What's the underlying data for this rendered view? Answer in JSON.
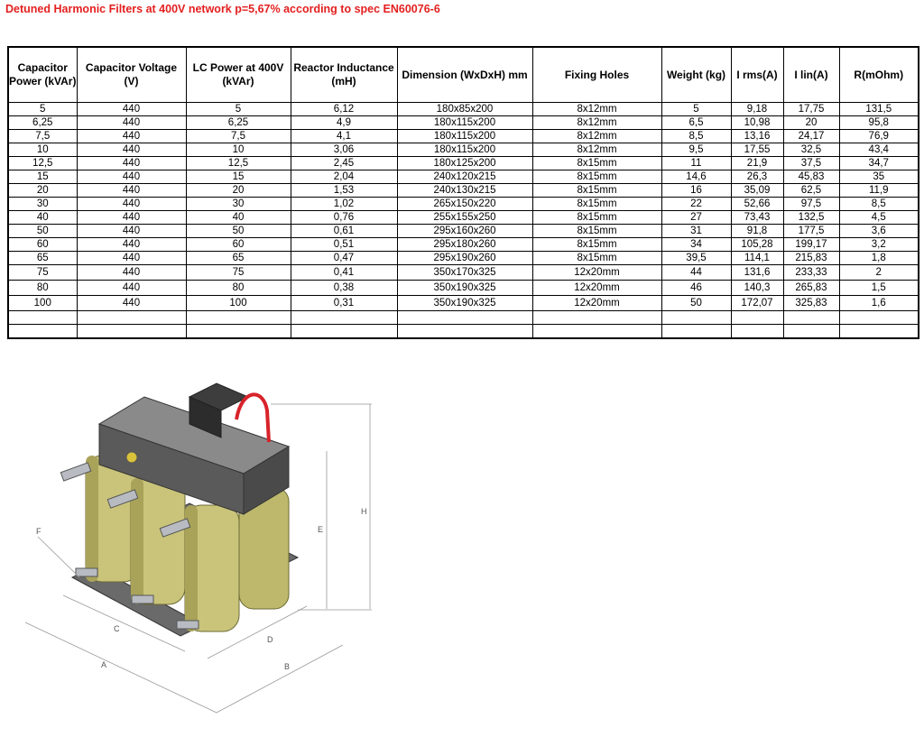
{
  "title": "Detuned Harmonic Filters at 400V network p=5,67% according to spec EN60076-6",
  "table": {
    "headers": [
      "Capacitor Power (kVAr)",
      "Capacitor Voltage (V)",
      "LC Power at 400V (kVAr)",
      "Reactor Inductance (mH)",
      "Dimension (WxDxH) mm",
      "Fixing Holes",
      "Weight (kg)",
      "I rms(A)",
      "I lin(A)",
      "R(mOhm)"
    ],
    "rows": [
      [
        "5",
        "440",
        "5",
        "6,12",
        "180x85x200",
        "8x12mm",
        "5",
        "9,18",
        "17,75",
        "131,5"
      ],
      [
        "6,25",
        "440",
        "6,25",
        "4,9",
        "180x115x200",
        "8x12mm",
        "6,5",
        "10,98",
        "20",
        "95,8"
      ],
      [
        "7,5",
        "440",
        "7,5",
        "4,1",
        "180x115x200",
        "8x12mm",
        "8,5",
        "13,16",
        "24,17",
        "76,9"
      ],
      [
        "10",
        "440",
        "10",
        "3,06",
        "180x115x200",
        "8x12mm",
        "9,5",
        "17,55",
        "32,5",
        "43,4"
      ],
      [
        "12,5",
        "440",
        "12,5",
        "2,45",
        "180x125x200",
        "8x15mm",
        "11",
        "21,9",
        "37,5",
        "34,7"
      ],
      [
        "15",
        "440",
        "15",
        "2,04",
        "240x120x215",
        "8x15mm",
        "14,6",
        "26,3",
        "45,83",
        "35"
      ],
      [
        "20",
        "440",
        "20",
        "1,53",
        "240x130x215",
        "8x15mm",
        "16",
        "35,09",
        "62,5",
        "11,9"
      ],
      [
        "30",
        "440",
        "30",
        "1,02",
        "265x150x220",
        "8x15mm",
        "22",
        "52,66",
        "97,5",
        "8,5"
      ],
      [
        "40",
        "440",
        "40",
        "0,76",
        "255x155x250",
        "8x15mm",
        "27",
        "73,43",
        "132,5",
        "4,5"
      ],
      [
        "50",
        "440",
        "50",
        "0,61",
        "295x160x260",
        "8x15mm",
        "31",
        "91,8",
        "177,5",
        "3,6"
      ],
      [
        "60",
        "440",
        "60",
        "0,51",
        "295x180x260",
        "8x15mm",
        "34",
        "105,28",
        "199,17",
        "3,2"
      ],
      [
        "65",
        "440",
        "65",
        "0,47",
        "295x190x260",
        "8x15mm",
        "39,5",
        "114,1",
        "215,83",
        "1,8"
      ],
      [
        "75",
        "440",
        "75",
        "0,41",
        "350x170x325",
        "12x20mm",
        "44",
        "131,6",
        "233,33",
        "2"
      ],
      [
        "80",
        "440",
        "80",
        "0,38",
        "350x190x325",
        "12x20mm",
        "46",
        "140,3",
        "265,83",
        "1,5"
      ],
      [
        "100",
        "440",
        "100",
        "0,31",
        "350x190x325",
        "12x20mm",
        "50",
        "172,07",
        "325,83",
        "1,6"
      ]
    ]
  },
  "drawing": {
    "dimension_labels": {
      "a": "A",
      "b": "B",
      "c": "C",
      "d": "D",
      "e": "E",
      "f": "F",
      "h": "H"
    },
    "colors": {
      "coil": "#c9c47a",
      "coil_shade": "#a9a35a",
      "core": "#6e6e6e",
      "wire": "#d8232a",
      "terminal": "#b8bcc2"
    }
  }
}
